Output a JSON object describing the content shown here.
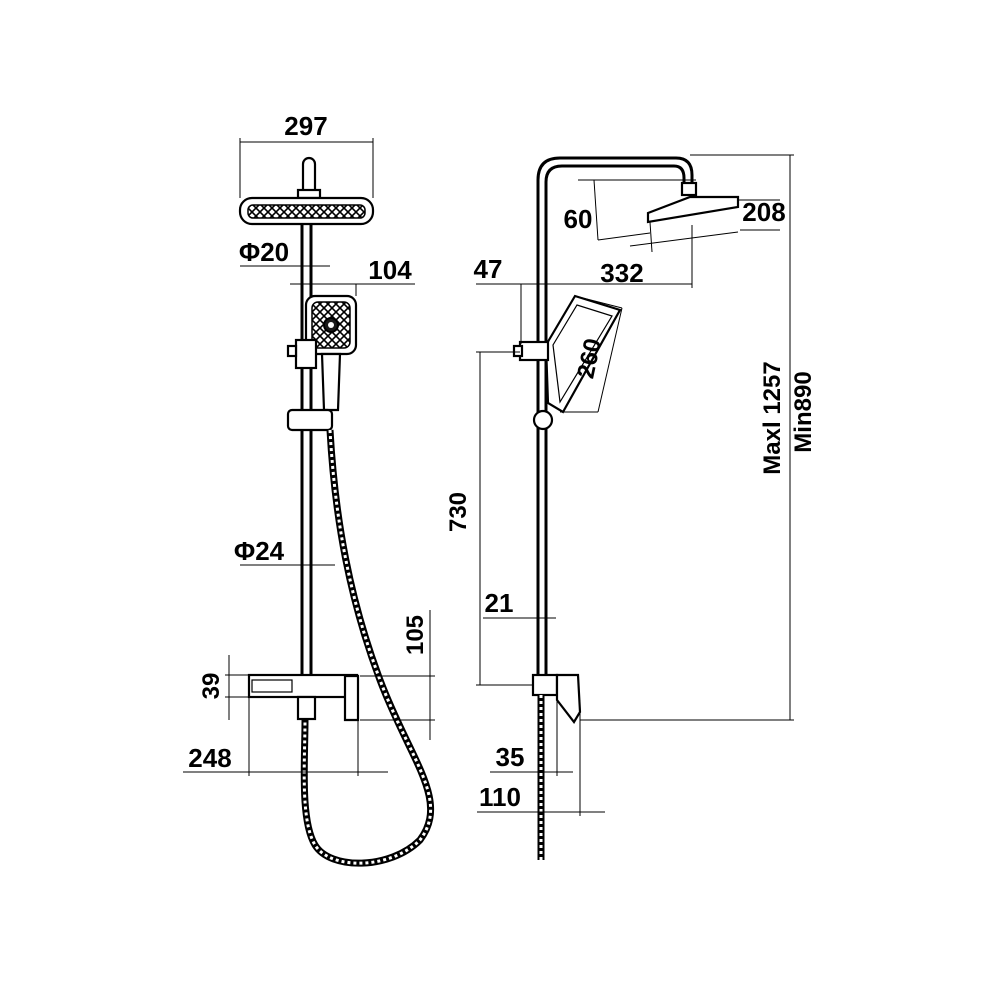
{
  "front_view": {
    "dims": {
      "head_width": "297",
      "pipe_diameter_top": "Φ20",
      "handheld_width": "104",
      "pipe_diameter_main": "Φ24",
      "outlet_height": "105",
      "shelf_height": "39",
      "shelf_width": "248"
    }
  },
  "side_view": {
    "dims": {
      "head_drop": "60",
      "head_diameter": "208",
      "offset": "47",
      "arm_reach": "332",
      "handheld_length": "260",
      "slide_distance": "730",
      "pipe_offset": "21",
      "valve_offset": "35",
      "valve_depth": "110",
      "max_height": "Maxl 1257",
      "min_height": "Min890"
    }
  }
}
